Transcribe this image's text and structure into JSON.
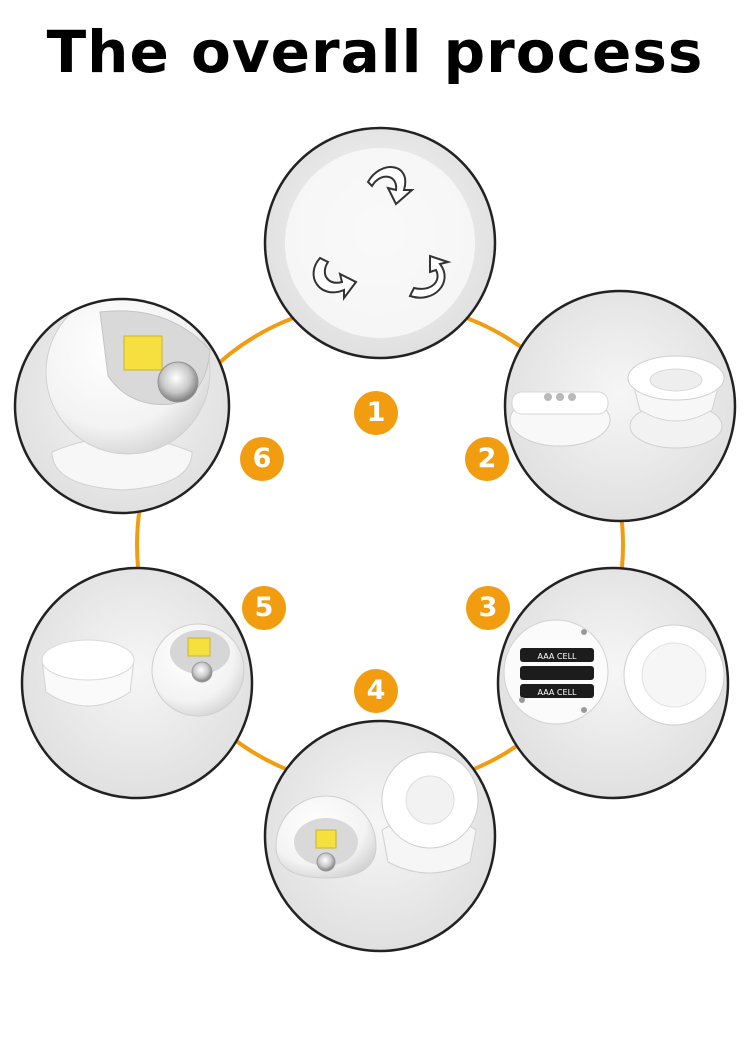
{
  "title": "The overall process",
  "colors": {
    "accent": "#f29c0f",
    "ring_border": "#222222"
  },
  "steps": [
    {
      "number": "1",
      "scene": "rotate-arrows"
    },
    {
      "number": "2",
      "scene": "base-and-battery-housing"
    },
    {
      "number": "3",
      "scene": "battery-compartment-and-lid"
    },
    {
      "number": "4",
      "scene": "light-and-base"
    },
    {
      "number": "5",
      "scene": "base-and-light"
    },
    {
      "number": "6",
      "scene": "assembled-light"
    }
  ],
  "battery_label": "AAA CELL"
}
